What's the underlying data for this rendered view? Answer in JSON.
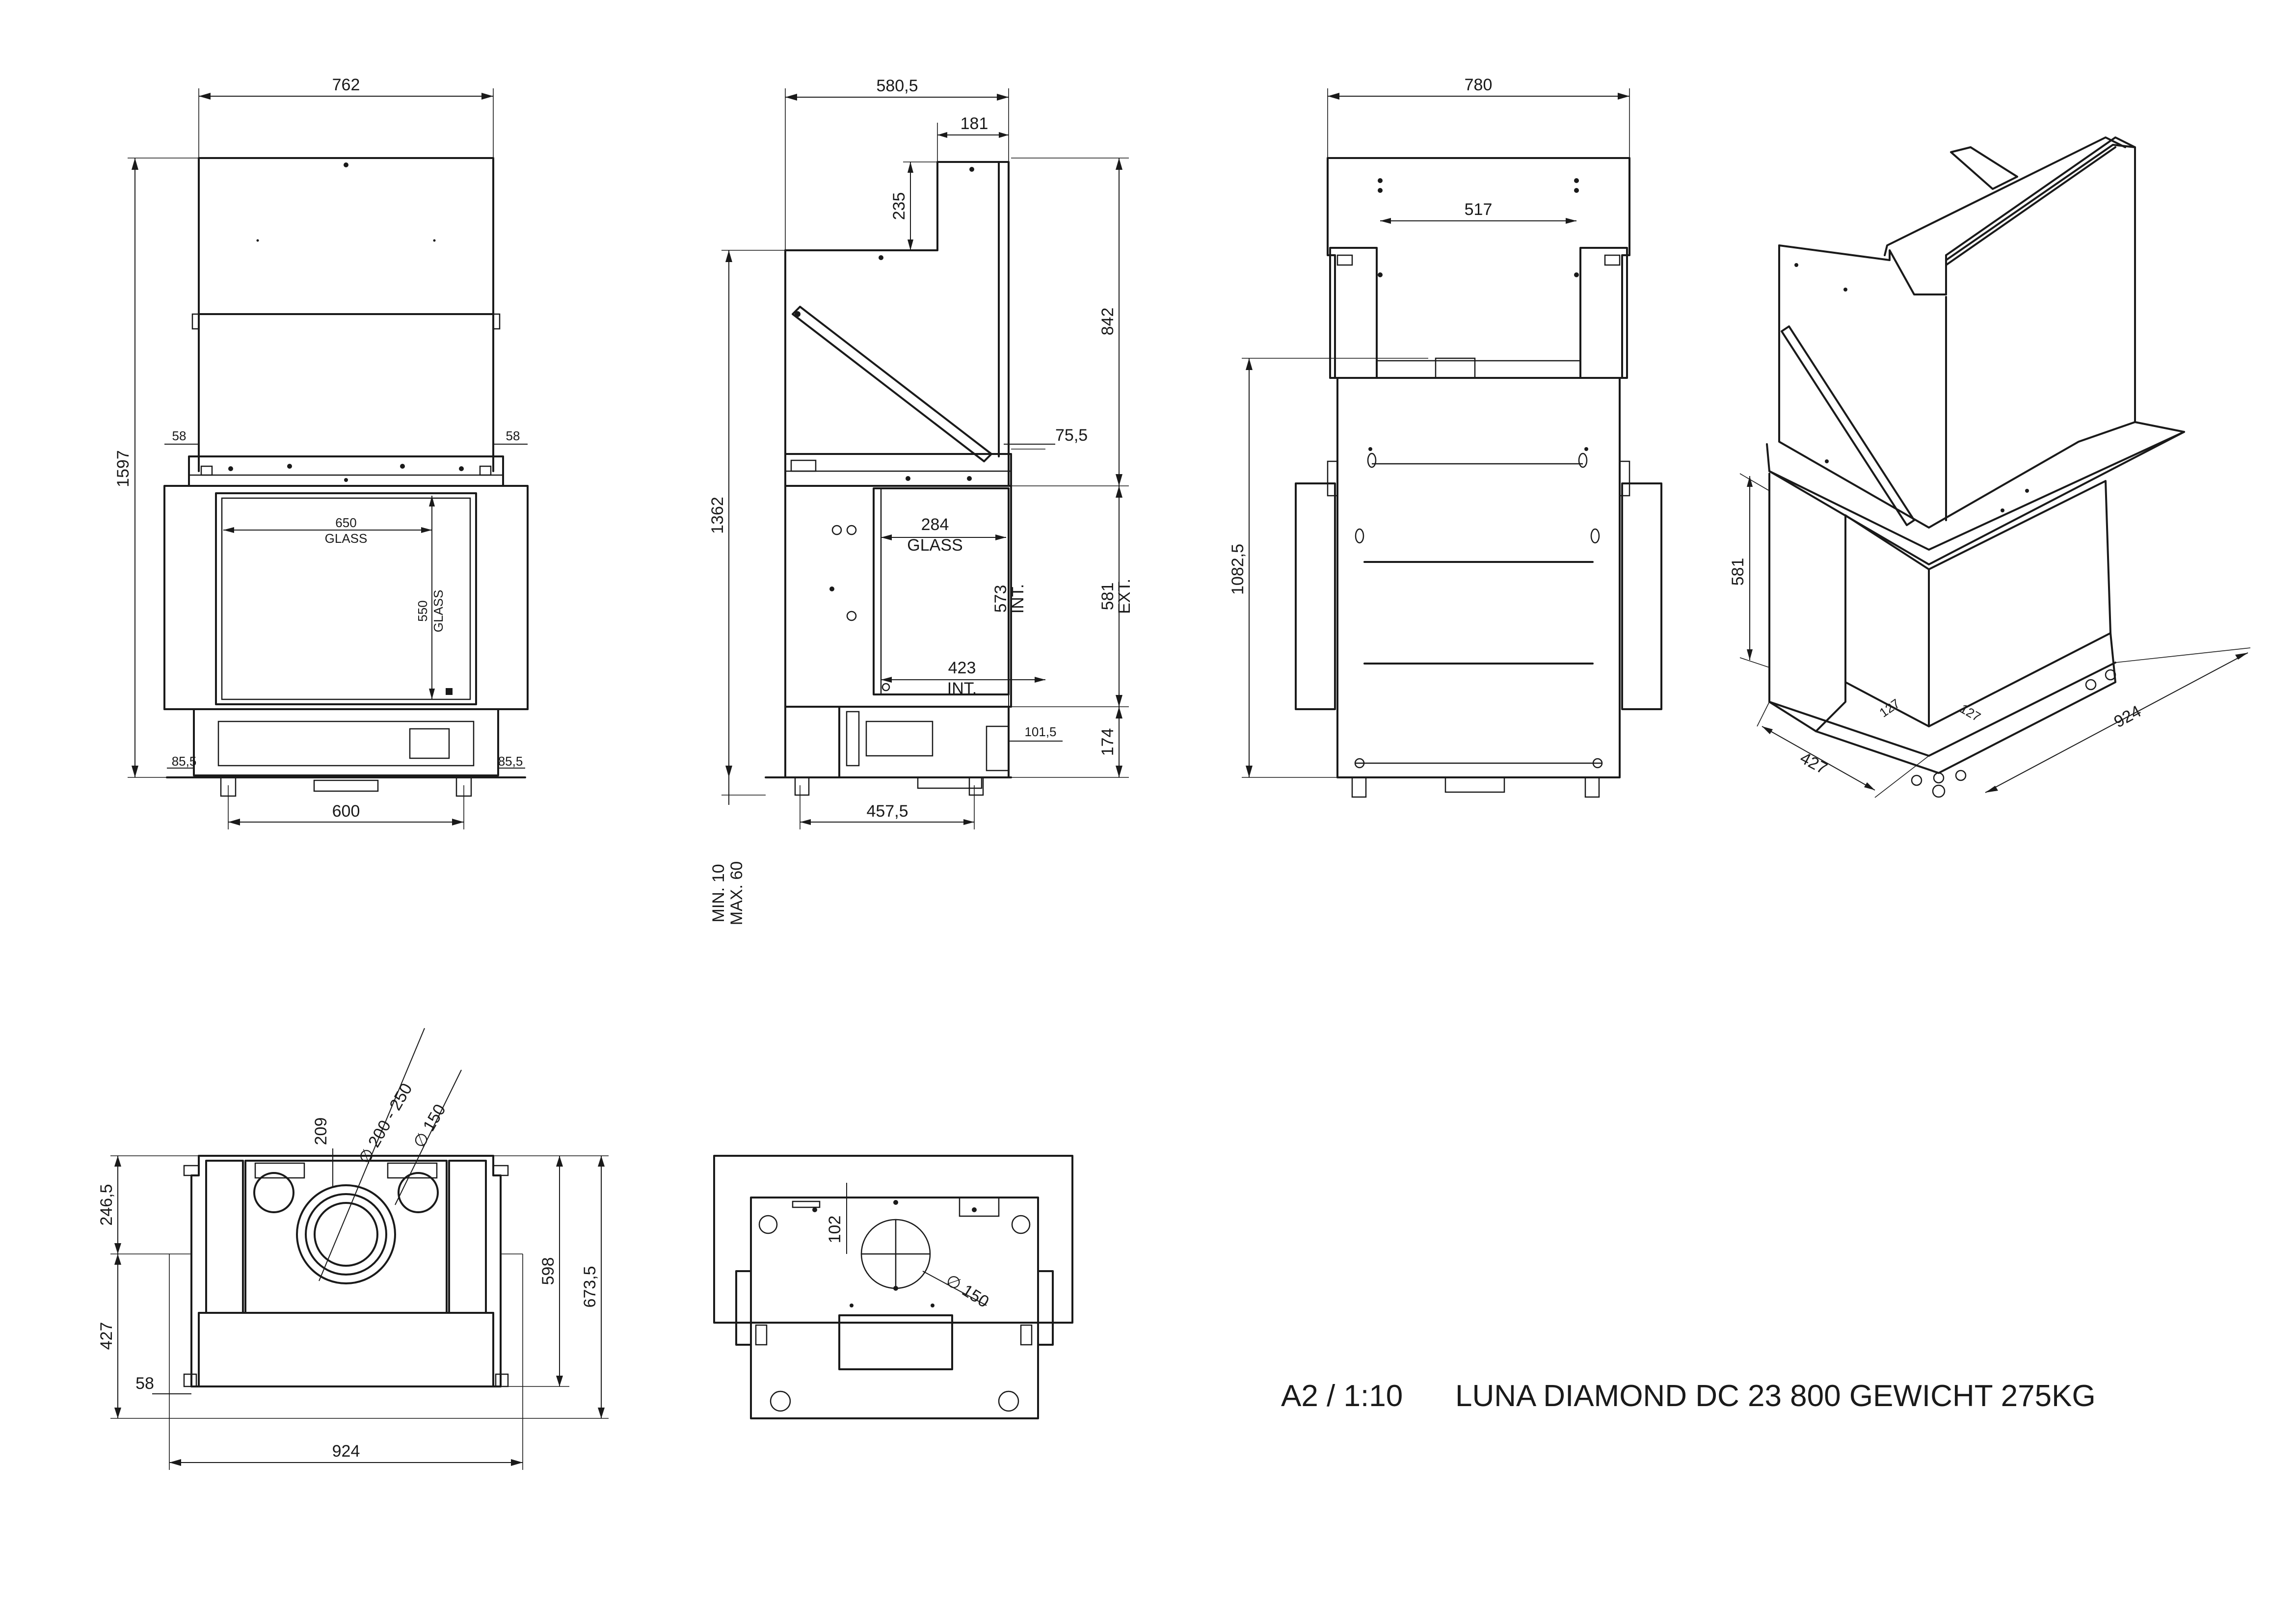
{
  "front_view": {
    "width_top": "762",
    "height_total": "1597",
    "side_left": "58",
    "side_right": "58",
    "glass_width": "650",
    "glass_width_label": "GLASS",
    "glass_height": "550",
    "glass_height_label": "GLASS",
    "foot_left": "85,5",
    "foot_right": "85,5",
    "base_width": "600"
  },
  "side_view": {
    "depth_top": "580,5",
    "flue_offset": "181",
    "flue_step": "235",
    "upper_height": "842",
    "body_height": "1362",
    "lip": "75,5",
    "glass_depth": "284",
    "glass_depth_label": "GLASS",
    "int_height": "573",
    "int_label": "INT.",
    "ext_height": "581",
    "ext_label": "EXT.",
    "int_depth": "423",
    "int_depth_label": "INT.",
    "base_offset": "101,5",
    "base_height": "174",
    "foot_span": "457,5",
    "adjust_min": "MIN. 10",
    "adjust_max": "MAX. 60"
  },
  "back_view": {
    "width_top": "780",
    "inner_width": "517",
    "body_height": "1082,5"
  },
  "iso_view": {
    "height": "581",
    "depth": "427",
    "width": "924",
    "leg_a": "127",
    "leg_b": "127"
  },
  "top_view": {
    "collar_offset": "209",
    "flue_diameter": "∅ 200 - 250",
    "air_diameter": "∅ 150",
    "rear_depth": "246,5",
    "front_depth": "427",
    "side": "58",
    "width": "924",
    "inner_depth": "598",
    "total_depth": "673,5"
  },
  "bottom_view": {
    "inlet_offset": "102",
    "inlet_diameter": "∅ 150"
  },
  "title_block": {
    "scale": "A2 / 1:10",
    "model": "LUNA DIAMOND DC 23 800 GEWICHT 275KG"
  }
}
